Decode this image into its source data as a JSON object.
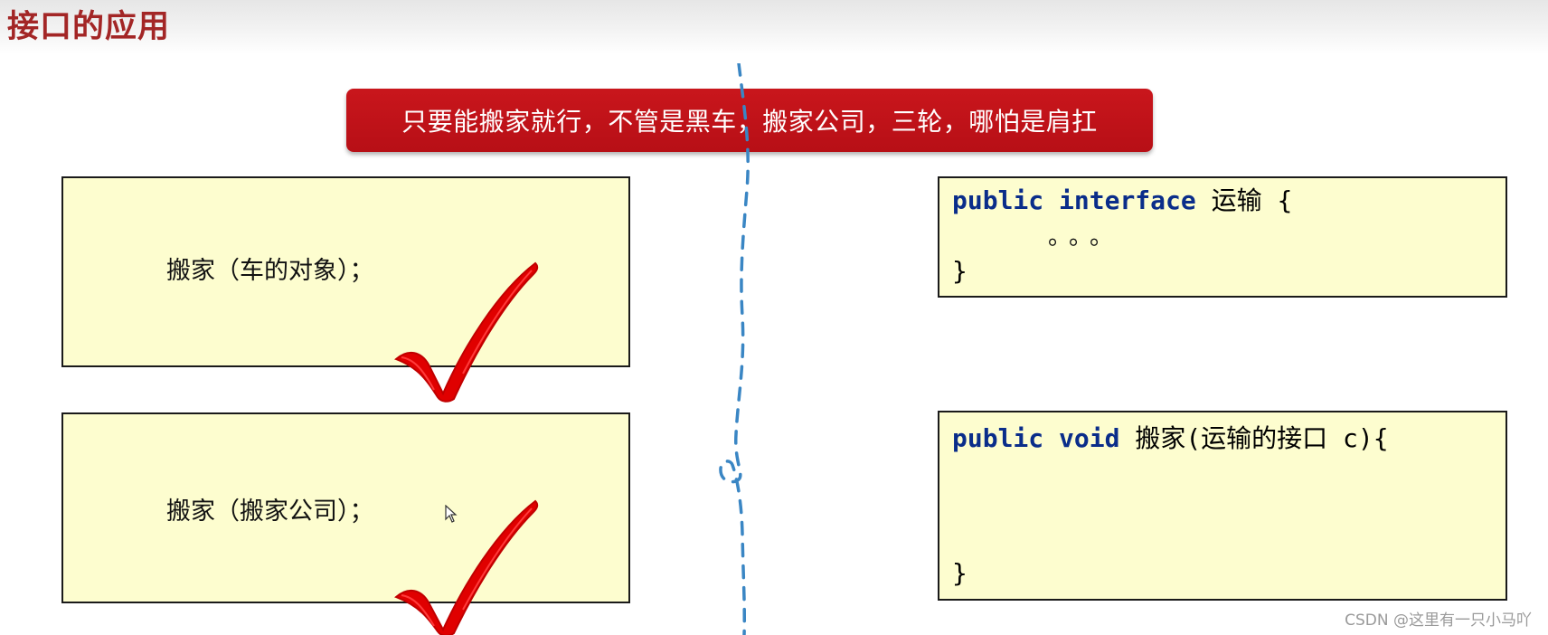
{
  "slide": {
    "title": "接口的应用",
    "banner": "只要能搬家就行，不管是黑车，搬家公司，三轮，哪怕是肩扛"
  },
  "left_boxes": [
    {
      "text": "搬家（车的对象）；"
    },
    {
      "text": "搬家（搬家公司）；"
    }
  ],
  "right_boxes": {
    "interface": {
      "kw_public": "public",
      "kw_interface": "interface",
      "name": "运输 {",
      "dots": "。。。",
      "close": "}"
    },
    "method": {
      "kw_public": "public",
      "kw_void": "void",
      "signature": "搬家(运输的接口 c){",
      "close": "}"
    }
  },
  "watermark": "CSDN @这里有一只小马吖",
  "colors": {
    "title": "#a32626",
    "banner": "#c9161c",
    "box_fill": "#fdfdcf",
    "keyword": "#0a2d8a",
    "check": "#e00000",
    "divider": "#3a86c4"
  },
  "icons": [
    "red-checkmark-icon",
    "mouse-cursor-icon"
  ]
}
